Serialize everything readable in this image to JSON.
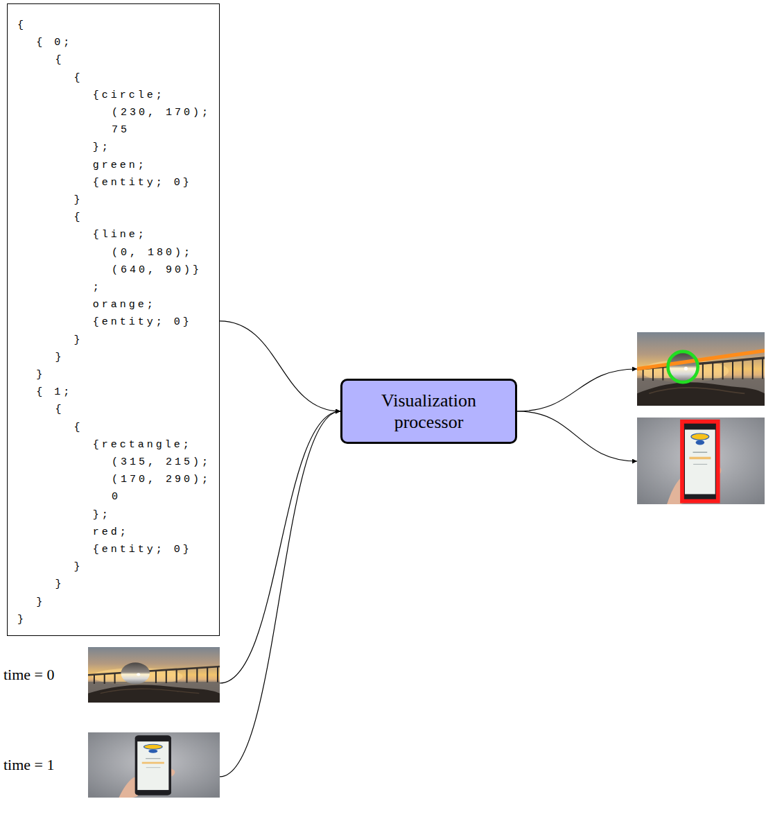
{
  "diagram": {
    "nodes": [
      {
        "text": [
          "{",
          "{ 0;",
          "{",
          "{",
          "{circle;",
          "(230, 170);",
          "75",
          "};",
          "green;",
          "{entity; 0}",
          "}",
          "{",
          "{line;",
          "(0, 180);",
          "(640, 90)}",
          ";",
          "orange;",
          "{entity; 0}",
          "}",
          "}",
          "}",
          "{ 1;",
          "{",
          "{",
          "{rectangle;",
          "(315, 215);",
          "(170, 290);",
          "0",
          "};",
          "red;",
          "{entity; 0}",
          "}",
          "}",
          "}",
          "}"
        ]
      },
      {
        "text": [
          "Visualization processor"
        ]
      },
      {
        "text": [
          "time = 0"
        ]
      },
      {
        "text": [
          "time = 1"
        ]
      }
    ],
    "edges": [
      {
        "from": 0,
        "to": 1,
        "arrow": "to"
      },
      {
        "from": 2,
        "to": 1,
        "arrow": "to"
      },
      {
        "from": 3,
        "to": 1,
        "arrow": "to"
      }
    ]
  }
}
